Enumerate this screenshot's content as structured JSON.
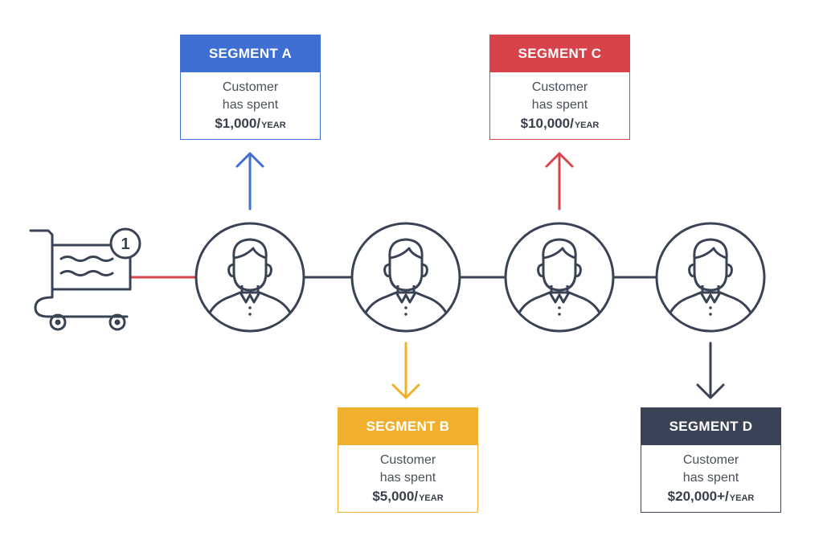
{
  "cart": {
    "badge": "1"
  },
  "colors": {
    "segment_a": "#3f6fd3",
    "segment_b": "#f0b02e",
    "segment_c": "#d7434b",
    "segment_d": "#3a4355",
    "line": "#3a4355",
    "cart_connector": "#d7434b"
  },
  "segments": [
    {
      "title": "SEGMENT A",
      "line1": "Customer",
      "line2": "has spent",
      "amount": "$1,000/",
      "unit": "YEAR"
    },
    {
      "title": "SEGMENT B",
      "line1": "Customer",
      "line2": "has spent",
      "amount": "$5,000/",
      "unit": "YEAR"
    },
    {
      "title": "SEGMENT C",
      "line1": "Customer",
      "line2": "has spent",
      "amount": "$10,000/",
      "unit": "YEAR"
    },
    {
      "title": "SEGMENT D",
      "line1": "Customer",
      "line2": "has spent",
      "amount": "$20,000+/",
      "unit": "YEAR"
    }
  ]
}
